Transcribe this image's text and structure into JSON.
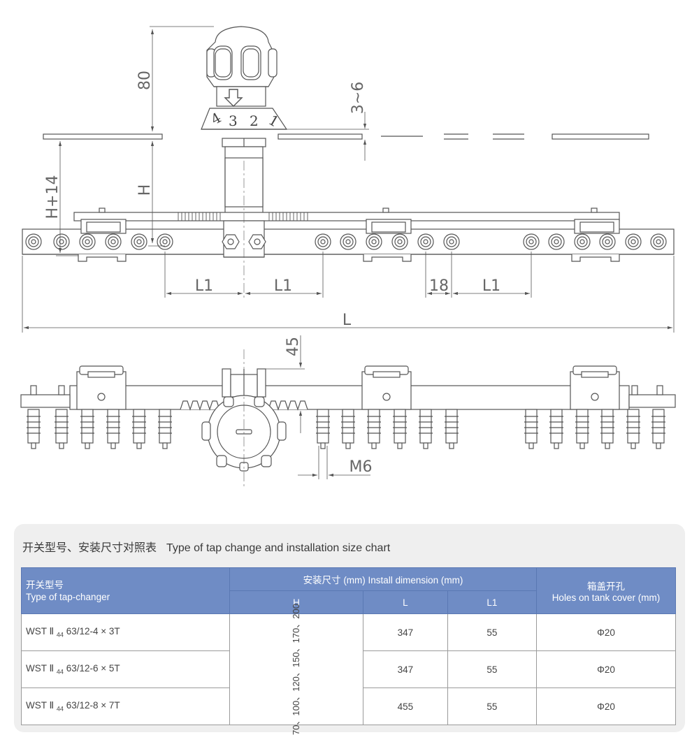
{
  "drawing": {
    "dims": {
      "d80": "80",
      "d3_6": "3~6",
      "dH": "H",
      "dH14": "H+14",
      "L1_a": "L1",
      "L1_b": "L1",
      "d18": "18",
      "L1_c": "L1",
      "L": "L",
      "d45": "45",
      "M6": "M6"
    },
    "knob_numbers": [
      "4",
      "3",
      "2",
      "1"
    ]
  },
  "table": {
    "title_cn": "开关型号、安装尺寸对照表",
    "title_en": "Type of tap change and installation size chart",
    "headers": {
      "model_cn": "开关型号",
      "model_en": "Type of tap-changer",
      "install": "安装尺寸 (mm) Install dimension (mm)",
      "H": "H",
      "L": "L",
      "L1": "L1",
      "holes_cn": "箱盖开孔",
      "holes_en": "Holes on tank cover (mm)"
    },
    "H_values": "70、100、120、150、170、200",
    "rows": [
      {
        "model_a": "WST Ⅱ",
        "model_sub": "44",
        "model_b": "63/12-4 × 3T",
        "L": "347",
        "L1": "55",
        "holes": "Φ20"
      },
      {
        "model_a": "WST Ⅱ",
        "model_sub": "44",
        "model_b": "63/12-6 × 5T",
        "L": "347",
        "L1": "55",
        "holes": "Φ20"
      },
      {
        "model_a": "WST Ⅱ",
        "model_sub": "44",
        "model_b": "63/12-8 × 7T",
        "L": "455",
        "L1": "55",
        "holes": "Φ20"
      }
    ]
  }
}
